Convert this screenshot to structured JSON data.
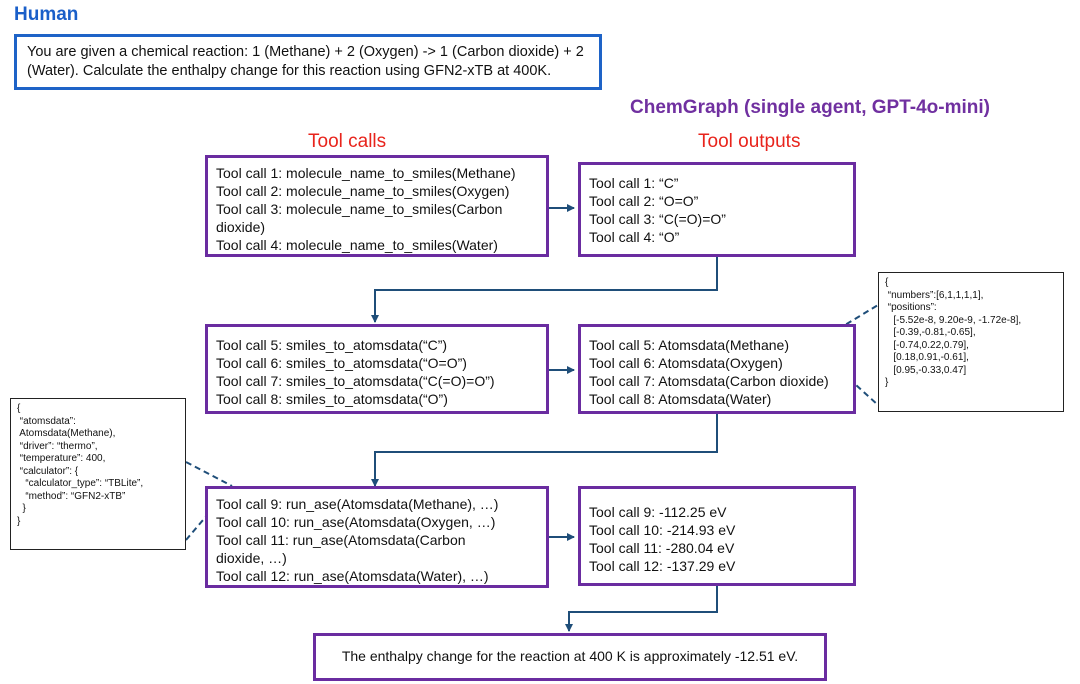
{
  "human": {
    "title": "Human",
    "prompt_line1": "You are given a chemical reaction: 1 (Methane) + 2 (Oxygen) -> 1 (Carbon dioxide) + 2",
    "prompt_line2": "(Water). Calculate the enthalpy change for this reaction using GFN2-xTB at 400K."
  },
  "agent_title": "ChemGraph (single agent, GPT-4o-mini)",
  "columns": {
    "calls": "Tool calls",
    "outputs": "Tool outputs"
  },
  "row1": {
    "calls": [
      "Tool call 1: molecule_name_to_smiles(Methane)",
      "Tool call 2: molecule_name_to_smiles(Oxygen)",
      "Tool call 3: molecule_name_to_smiles(Carbon",
      "dioxide)",
      "Tool call 4: molecule_name_to_smiles(Water)"
    ],
    "outputs": [
      "Tool call 1: “C”",
      "Tool call 2: “O=O”",
      "Tool call 3: “C(=O)=O”",
      "Tool call 4: “O”"
    ]
  },
  "row2": {
    "calls": [
      "Tool call 5: smiles_to_atomsdata(“C”)",
      "Tool call 6: smiles_to_atomsdata(“O=O”)",
      "Tool call 7: smiles_to_atomsdata(“C(=O)=O”)",
      "Tool call 8: smiles_to_atomsdata(“O”)"
    ],
    "outputs": [
      "Tool call 5: Atomsdata(Methane)",
      "Tool call 6: Atomsdata(Oxygen)",
      "Tool call 7: Atomsdata(Carbon dioxide)",
      "Tool call 8: Atomsdata(Water)"
    ]
  },
  "row3": {
    "calls": [
      "Tool call 9: run_ase(Atomsdata(Methane), …)",
      "Tool call 10: run_ase(Atomsdata(Oxygen, …)",
      "Tool call 11: run_ase(Atomsdata(Carbon",
      "dioxide, …)",
      "Tool call 12: run_ase(Atomsdata(Water), …)"
    ],
    "outputs": [
      "Tool call 9: -112.25 eV",
      "Tool call 10: -214.93 eV",
      "Tool call 11: -280.04 eV",
      "Tool call 12: -137.29 eV"
    ]
  },
  "final": "The enthalpy change for the reaction at 400 K is approximately -12.51 eV.",
  "atomsdata_detail": [
    "{",
    " “numbers”:[6,1,1,1,1],",
    " “positions”:",
    "   [-5.52e-8, 9.20e-9, -1.72e-8],",
    "   [-0.39,-0.81,-0.65],",
    "   [-0.74,0.22,0.79],",
    "   [0.18,0.91,-0.61],",
    "   [0.95,-0.33,0.47]",
    "}"
  ],
  "run_ase_detail": [
    "{",
    " “atomsdata”:",
    " Atomsdata(Methane),",
    " “driver”: “thermo”,",
    " “temperature”: 400,",
    " “calculator”: {",
    "   “calculator_type”: “TBLite”,",
    "   “method”: “GFN2-xTB”",
    "  }",
    "}"
  ],
  "colors": {
    "human": "#1e63c7",
    "agent": "#7030a0",
    "box": "#6a2ca0",
    "arrow": "#1f4e79",
    "column_title": "#e8241c"
  }
}
